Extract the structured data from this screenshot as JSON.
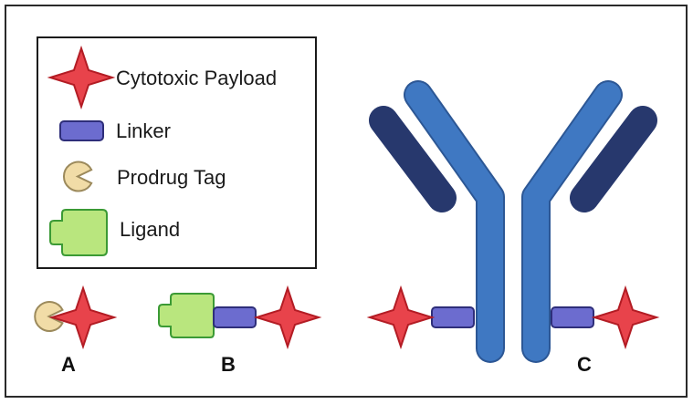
{
  "legend": {
    "items": [
      {
        "key": "payload",
        "label": "Cytotoxic Payload",
        "icon": "star-icon"
      },
      {
        "key": "linker",
        "label": "Linker",
        "icon": "rounded-rect-icon"
      },
      {
        "key": "prodrug",
        "label": "Prodrug Tag",
        "icon": "pacman-icon"
      },
      {
        "key": "ligand",
        "label": "Ligand",
        "icon": "notched-square-icon"
      }
    ]
  },
  "panels": {
    "a": {
      "label": "A"
    },
    "b": {
      "label": "B"
    },
    "c": {
      "label": "C"
    }
  },
  "colors": {
    "payload_fill": "#e8434b",
    "payload_stroke": "#b31c24",
    "linker_fill": "#6c6ccf",
    "linker_stroke": "#2e2e7a",
    "prodrug_fill": "#f1dca7",
    "prodrug_stroke": "#9c8a5c",
    "ligand_fill": "#b9e67e",
    "ligand_stroke": "#3b9a35",
    "antibody_heavy_fill": "#3f78c2",
    "antibody_heavy_stroke": "#2c5795",
    "antibody_light_fill": "#27386d",
    "antibody_light_stroke": "#141e44"
  }
}
